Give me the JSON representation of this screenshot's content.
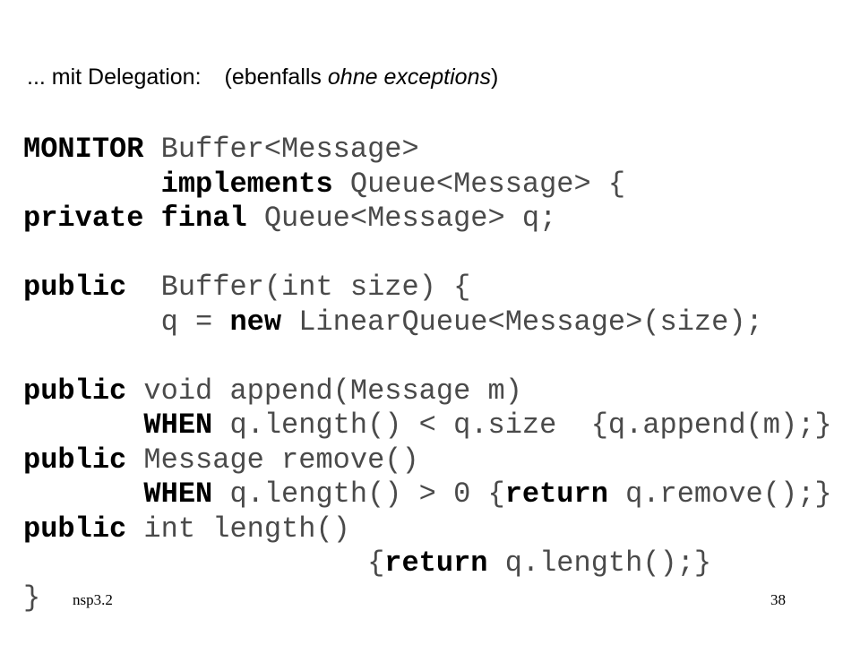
{
  "heading": {
    "prefix": "... mit Delegation:",
    "paren_open": "(ebenfalls ",
    "italic": "ohne exceptions",
    "paren_close": ")"
  },
  "code_lines": [
    [
      {
        "t": "MONITOR",
        "k": true
      },
      {
        "t": " Buffer<Message>",
        "k": false
      }
    ],
    [
      {
        "t": "        ",
        "k": false
      },
      {
        "t": "implements",
        "k": true
      },
      {
        "t": " Queue<Message> {",
        "k": false
      }
    ],
    [
      {
        "t": "private",
        "k": true
      },
      {
        "t": " ",
        "k": false
      },
      {
        "t": "final",
        "k": true
      },
      {
        "t": " Queue<Message> q;",
        "k": false
      }
    ],
    [
      {
        "t": "",
        "k": false
      }
    ],
    [
      {
        "t": "public",
        "k": true
      },
      {
        "t": "  Buffer(int size) {",
        "k": false
      }
    ],
    [
      {
        "t": "        q = ",
        "k": false
      },
      {
        "t": "new",
        "k": true
      },
      {
        "t": " LinearQueue<Message>(size);",
        "k": false
      }
    ],
    [
      {
        "t": "",
        "k": false
      }
    ],
    [
      {
        "t": "public",
        "k": true
      },
      {
        "t": " void append(Message m)",
        "k": false
      }
    ],
    [
      {
        "t": "       ",
        "k": false
      },
      {
        "t": "WHEN",
        "k": true
      },
      {
        "t": " q.length() < q.size  {q.append(m);}",
        "k": false
      }
    ],
    [
      {
        "t": "public",
        "k": true
      },
      {
        "t": " Message remove()",
        "k": false
      }
    ],
    [
      {
        "t": "       ",
        "k": false
      },
      {
        "t": "WHEN",
        "k": true
      },
      {
        "t": " q.length() > 0 {",
        "k": false
      },
      {
        "t": "return",
        "k": true
      },
      {
        "t": " q.remove();}",
        "k": false
      }
    ],
    [
      {
        "t": "public",
        "k": true
      },
      {
        "t": " int length()",
        "k": false
      }
    ],
    [
      {
        "t": "                    {",
        "k": false
      },
      {
        "t": "return",
        "k": true
      },
      {
        "t": " q.length();}",
        "k": false
      }
    ],
    [
      {
        "t": "}",
        "k": false
      }
    ]
  ],
  "footer": {
    "left": "nsp3.2",
    "right": "38"
  }
}
